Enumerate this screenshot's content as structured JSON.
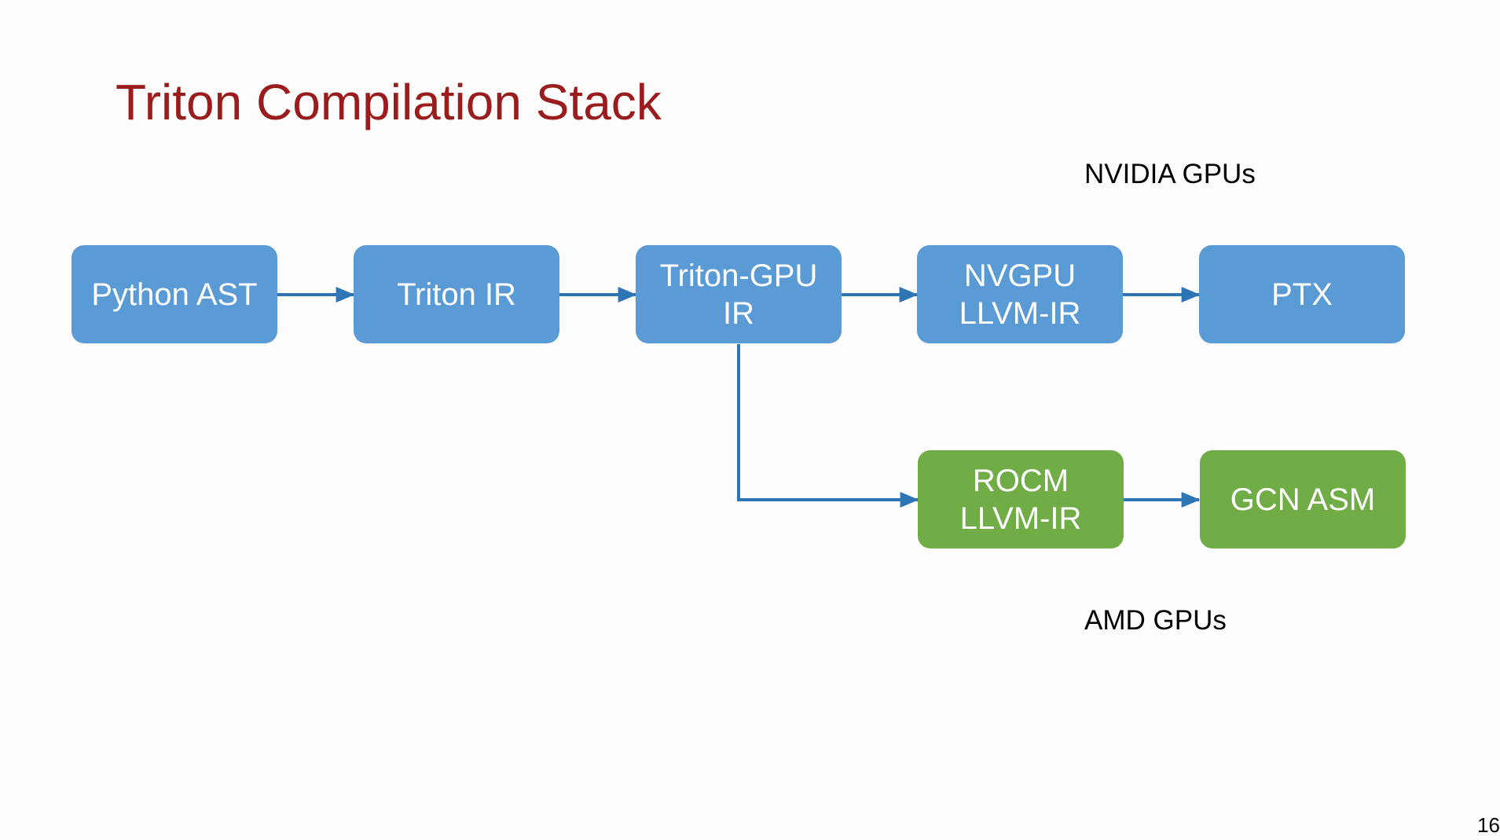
{
  "slide": {
    "title": "Triton Compilation Stack",
    "title_color": "#9b1c1c",
    "page_number": "16"
  },
  "colors": {
    "nvidia_box": "#5b9bd5",
    "amd_box": "#70ad47",
    "arrow": "#2e75b6"
  },
  "groups": {
    "nvidia": "NVIDIA GPUs",
    "amd": "AMD GPUs"
  },
  "nodes": {
    "python_ast": "Python AST",
    "triton_ir": "Triton IR",
    "triton_gpu_ir": "Triton-GPU\nIR",
    "nvgpu_llvm_ir": "NVGPU\nLLVM-IR",
    "ptx": "PTX",
    "rocm_llvm_ir": "ROCM\nLLVM-IR",
    "gcn_asm": "GCN ASM"
  },
  "edges": [
    {
      "from": "python_ast",
      "to": "triton_ir"
    },
    {
      "from": "triton_ir",
      "to": "triton_gpu_ir"
    },
    {
      "from": "triton_gpu_ir",
      "to": "nvgpu_llvm_ir"
    },
    {
      "from": "nvgpu_llvm_ir",
      "to": "ptx"
    },
    {
      "from": "triton_gpu_ir",
      "to": "rocm_llvm_ir"
    },
    {
      "from": "rocm_llvm_ir",
      "to": "gcn_asm"
    }
  ]
}
